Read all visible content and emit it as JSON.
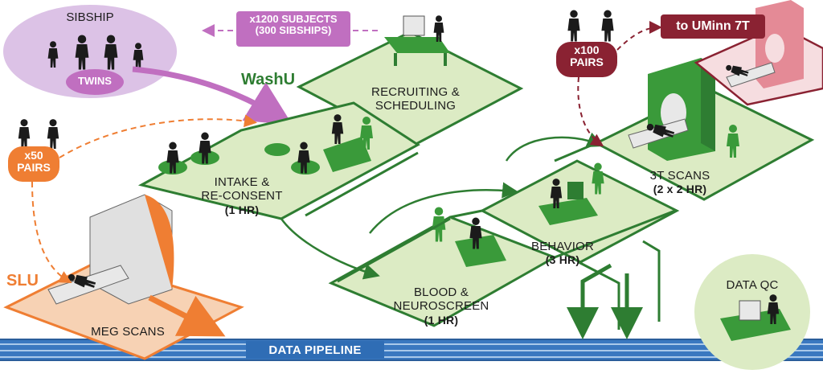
{
  "sibship": {
    "title": "SIBSHIP",
    "twins": "TWINS"
  },
  "subjects": {
    "line1": "x1200 SUBJECTS",
    "line2": "(300 SIBSHIPS)"
  },
  "washu": "WashU",
  "slu": "SLU",
  "umn": {
    "pairs_line1": "x100",
    "pairs_line2": "PAIRS",
    "dest": "to UMinn 7T"
  },
  "meg_pairs": {
    "line1": "x50",
    "line2": "PAIRS"
  },
  "rooms": {
    "recruiting": {
      "line1": "RECRUITING &",
      "line2": "SCHEDULING"
    },
    "intake": {
      "line1": "INTAKE &",
      "line2": "RE-CONSENT",
      "duration": "(1 HR)"
    },
    "blood": {
      "line1": "BLOOD &",
      "line2": "NEUROSCREEN",
      "duration": "(1 HR)"
    },
    "behavior": {
      "line1": "BEHAVIOR",
      "duration": "(3 HR)"
    },
    "scans3t": {
      "line1": "3T SCANS",
      "duration": "(2 x 2 HR)"
    },
    "meg": {
      "line1": "MEG SCANS"
    },
    "dataqc": {
      "line1": "DATA QC"
    }
  },
  "pipeline": "DATA PIPELINE",
  "colors": {
    "room_fill": "#dcebc4",
    "wall_green": "#2e7d32",
    "scanner_green": "#3a9a3a",
    "purple": "#c06fc0",
    "purple_light": "#dcc2e6",
    "orange": "#ef7e33",
    "orange_light": "#f7d2b4",
    "maroon": "#8a2232",
    "pink": "#f6dde0",
    "pipe_blue": "#3a78c0",
    "pipe_stripe": "#a9c9ea"
  }
}
